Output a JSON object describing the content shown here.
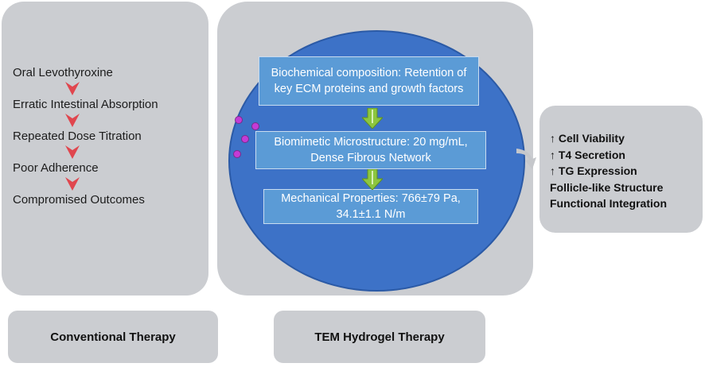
{
  "conventional": {
    "steps": [
      "Oral Levothyroxine",
      "Erratic Intestinal Absorption",
      "Repeated Dose Titration",
      "Poor Adherence",
      "Compromised Outcomes"
    ],
    "label": "Conventional Therapy",
    "arrow_color": "#e0464e"
  },
  "tem": {
    "boxes": [
      "Biochemical composition: Retention of key ECM proteins and growth factors",
      "Biomimetic Microstructure: 20 mg/mL, Dense Fibrous Network",
      "Mechanical Properties: 766±79 Pa, 34.1±1.1 N/m"
    ],
    "label": "TEM Hydrogel Therapy",
    "ellipse_color": "#3d72c7",
    "box_color": "#5b9bd6",
    "arrow_color": "#8dc63f"
  },
  "outcomes": [
    "↑ Cell Viability",
    "↑ T4 Secretion",
    "↑ TG Expression",
    "Follicle-like Structure",
    "Functional Integration"
  ]
}
